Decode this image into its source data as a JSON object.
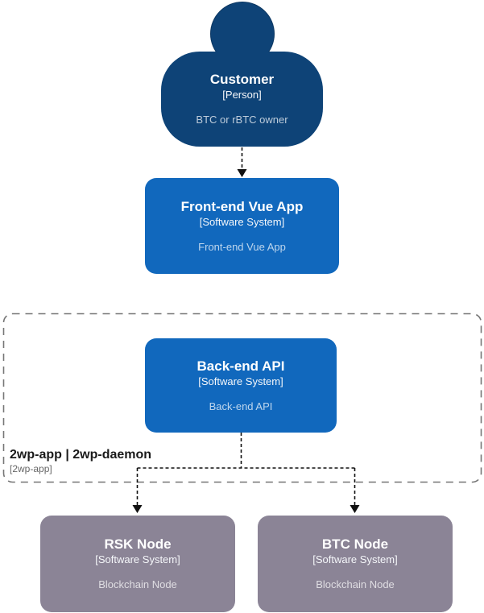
{
  "diagram": {
    "customer": {
      "title": "Customer",
      "type_label": "[Person]",
      "description": "BTC or rBTC owner"
    },
    "frontend": {
      "title": "Front-end Vue App",
      "type_label": "[Software System]",
      "description": "Front-end Vue App"
    },
    "backend": {
      "title": "Back-end API",
      "type_label": "[Software System]",
      "description": "Back-end API"
    },
    "boundary": {
      "title": "2wp-app | 2wp-daemon",
      "type_label": "[2wp-app]"
    },
    "rsk_node": {
      "title": "RSK Node",
      "type_label": "[Software System]",
      "description": "Blockchain Node"
    },
    "btc_node": {
      "title": "BTC Node",
      "type_label": "[Software System]",
      "description": "Blockchain Node"
    },
    "colors": {
      "person_fill": "#0E4377",
      "system_fill": "#1168BD",
      "blockchain_node_fill": "#8B8496",
      "boundary_border": "#767676",
      "arrow": "#111111",
      "background": "#FFFFFF"
    }
  }
}
